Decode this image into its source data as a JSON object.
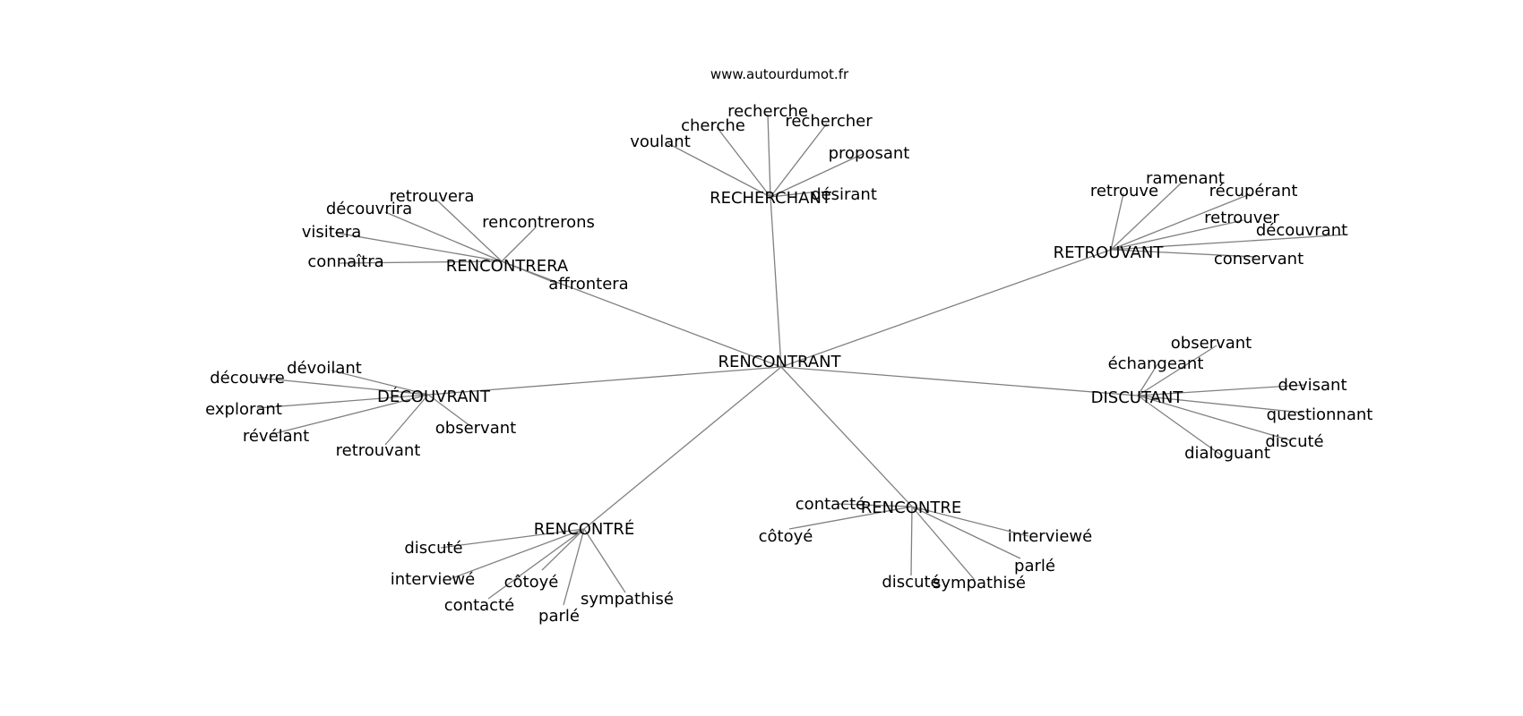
{
  "source": "www.autourdumot.fr",
  "center": "RENCONTRANT",
  "clusters": [
    {
      "hub": "RECHERCHANT",
      "leaves": [
        "recherche",
        "rechercher",
        "cherche",
        "voulant",
        "proposant",
        "désirant"
      ]
    },
    {
      "hub": "RENCONTRERA",
      "leaves": [
        "retrouvera",
        "découvrira",
        "rencontrerons",
        "visitera",
        "connaîtra",
        "affrontera"
      ]
    },
    {
      "hub": "RETROUVANT",
      "leaves": [
        "ramenant",
        "retrouve",
        "récupérant",
        "retrouver",
        "découvrant",
        "conservant"
      ]
    },
    {
      "hub": "DÉCOUVRANT",
      "leaves": [
        "dévoilant",
        "découvre",
        "explorant",
        "révélant",
        "retrouvant",
        "observant"
      ]
    },
    {
      "hub": "DISCUTANT",
      "leaves": [
        "observant",
        "échangeant",
        "devisant",
        "questionnant",
        "discuté",
        "dialoguant"
      ]
    },
    {
      "hub": "RENCONTRÉ",
      "leaves": [
        "discuté",
        "interviewé",
        "côtoyé",
        "contacté",
        "parlé",
        "sympathisé"
      ]
    },
    {
      "hub": "RENCONTRE",
      "leaves": [
        "contacté",
        "côtoyé",
        "interviewé",
        "parlé",
        "discuté",
        "sympathisé"
      ]
    }
  ]
}
